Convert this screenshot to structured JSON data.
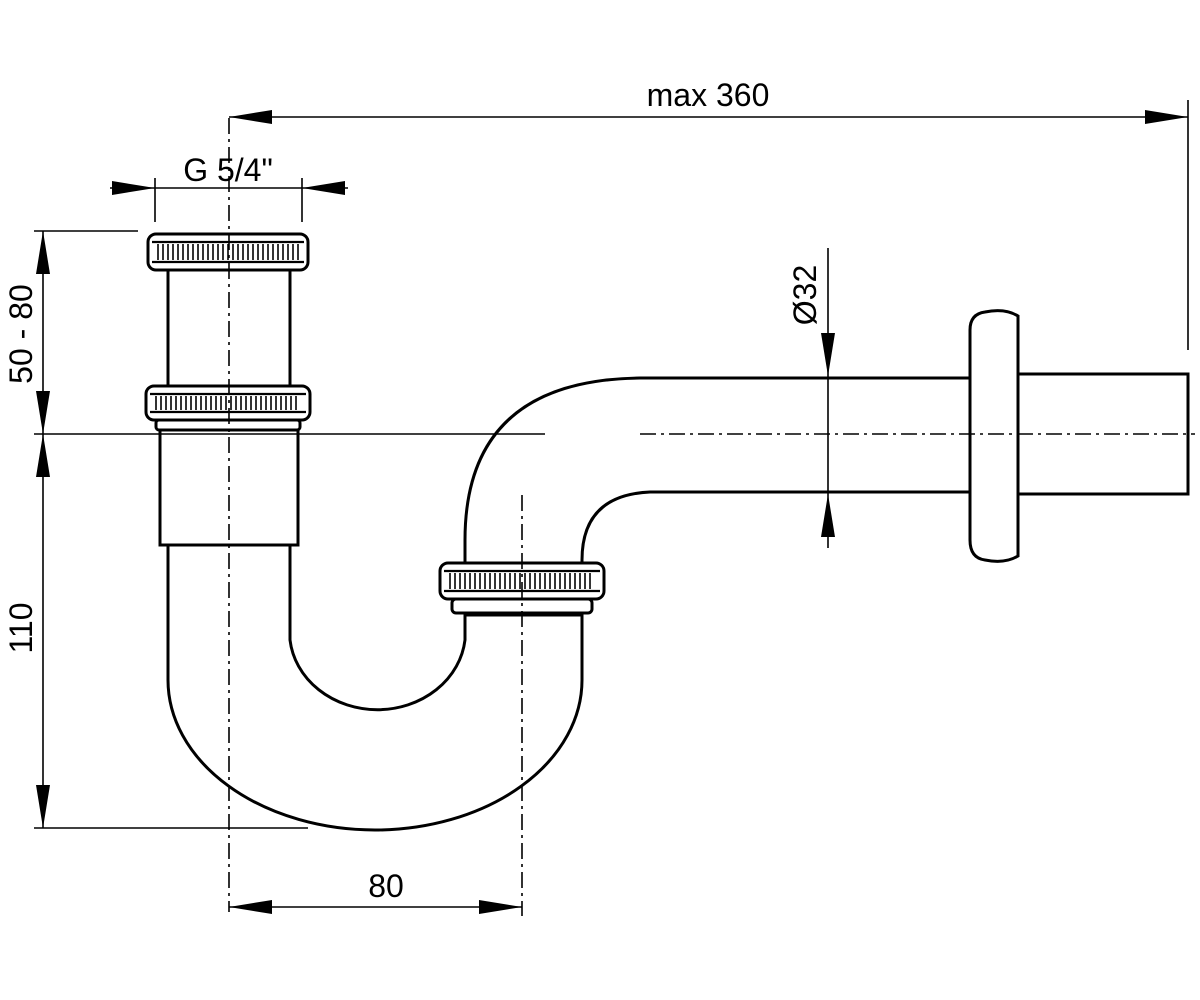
{
  "dimensions": {
    "overall_length": "max 360",
    "thread": "G 5/4\"",
    "pipe_diameter": "Ø32",
    "adjust_height": "50 - 80",
    "trap_depth": "110",
    "trap_spacing": "80"
  }
}
